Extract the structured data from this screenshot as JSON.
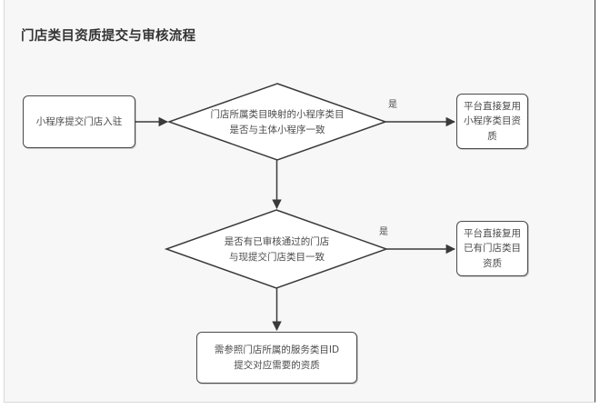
{
  "diagram": {
    "title": "门店类目资质提交与审核流程",
    "type": "flowchart",
    "nodes": [
      {
        "id": "start",
        "shape": "rounded-rect",
        "label": "小程序提交门店入驻"
      },
      {
        "id": "decision-category-match",
        "shape": "diamond",
        "label": "门店所属类目映射的小程序类目\n是否与主体小程序一致"
      },
      {
        "id": "reuse-miniprogram-qualification",
        "shape": "rounded-rect",
        "label": "平台直接复用\n小程序类目资\n质"
      },
      {
        "id": "decision-existing-store",
        "shape": "diamond",
        "label": "是否有已审核通过的门店\n与现提交门店类目一致"
      },
      {
        "id": "reuse-store-qualification",
        "shape": "rounded-rect",
        "label": "平台直接复用\n已有门店类目\n资质"
      },
      {
        "id": "submit-required-qualification",
        "shape": "rounded-rect",
        "label": "需参照门店所属的服务类目ID\n提交对应需要的资质"
      }
    ],
    "edges": [
      {
        "id": "edge-start-to-decision1",
        "from": "start",
        "to": "decision-category-match",
        "label": ""
      },
      {
        "id": "edge-decision1-yes",
        "from": "decision-category-match",
        "to": "reuse-miniprogram-qualification",
        "label": "是"
      },
      {
        "id": "edge-decision1-down",
        "from": "decision-category-match",
        "to": "decision-existing-store",
        "label": ""
      },
      {
        "id": "edge-decision2-yes",
        "from": "decision-existing-store",
        "to": "reuse-store-qualification",
        "label": "是"
      },
      {
        "id": "edge-decision2-down",
        "from": "decision-existing-store",
        "to": "submit-required-qualification",
        "label": ""
      }
    ],
    "colors": {
      "node_border": "#4a4a4a",
      "node_fill": "#ffffff",
      "text": "#4c4c4c",
      "title": "#353535",
      "canvas": "#f7f7f7",
      "edge": "#3a3a3a"
    }
  }
}
